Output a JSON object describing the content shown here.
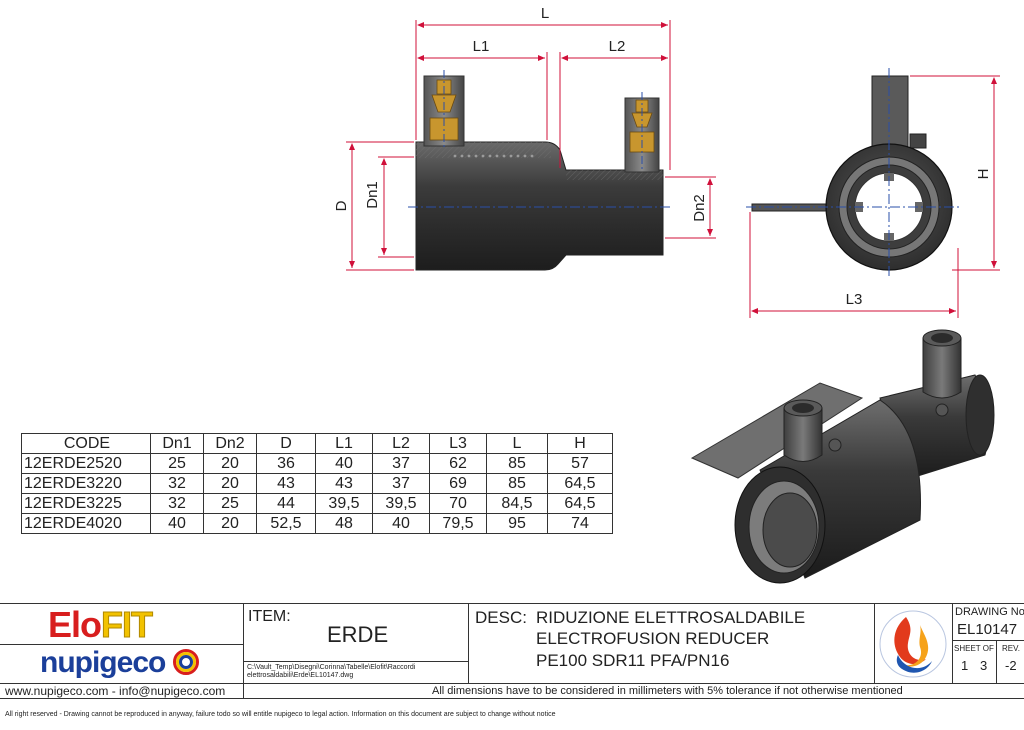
{
  "dims": {
    "L": "L",
    "L1": "L1",
    "L2": "L2",
    "L3": "L3",
    "D": "D",
    "Dn1": "Dn1",
    "Dn2": "Dn2",
    "H": "H"
  },
  "table": {
    "headers": [
      "CODE",
      "Dn1",
      "Dn2",
      "D",
      "L1",
      "L2",
      "L3",
      "L",
      "H"
    ],
    "rows": [
      [
        "12ERDE2520",
        "25",
        "20",
        "36",
        "40",
        "37",
        "62",
        "85",
        "57"
      ],
      [
        "12ERDE3220",
        "32",
        "20",
        "43",
        "43",
        "37",
        "69",
        "85",
        "64,5"
      ],
      [
        "12ERDE3225",
        "32",
        "25",
        "44",
        "39,5",
        "39,5",
        "70",
        "84,5",
        "64,5"
      ],
      [
        "12ERDE4020",
        "40",
        "20",
        "52,5",
        "48",
        "40",
        "79,5",
        "95",
        "74"
      ]
    ]
  },
  "title_block": {
    "brand_elo": "Elo",
    "brand_fit": "FIT",
    "brand_company": "nupigeco",
    "item_label": "ITEM:",
    "item_value": "ERDE",
    "path_line1": "C:\\Vault_Temp\\Disegni\\Corinna\\Tabelle\\Elofit\\Raccordi",
    "path_line2": "elettrosaldabili\\Erde\\EL10147.dwg",
    "desc_label": "DESC:",
    "desc_line1": "RIDUZIONE ELETTROSALDABILE",
    "desc_line2": "ELECTROFUSION REDUCER",
    "desc_line3": "PE100 SDR11 PFA/PN16",
    "drawing_no_label": "DRAWING No:",
    "drawing_no": "EL10147",
    "sheet_of_label": "SHEET OF",
    "sheet": "1",
    "of": "3",
    "rev_label": "REV.",
    "rev": "-2",
    "website": "www.nupigeco.com - info@nupigeco.com",
    "tolerance_note": "All dimensions have to be considered in millimeters with 5% tolerance if not otherwise mentioned"
  },
  "footer": "All right reserved - Drawing cannot be reproduced in anyway, failure todo so will entitle nupigeco to legal action. Information on this document are subject to change without notice",
  "colors": {
    "dimension_red": "#d0103a",
    "centerline_blue": "#2a4fa8",
    "pipe_dark": "#3c3c3c",
    "brass": "#c8962e",
    "brand_red": "#d81e1e",
    "brand_yellow": "#f2c200",
    "brand_blue": "#1b3f9a"
  }
}
